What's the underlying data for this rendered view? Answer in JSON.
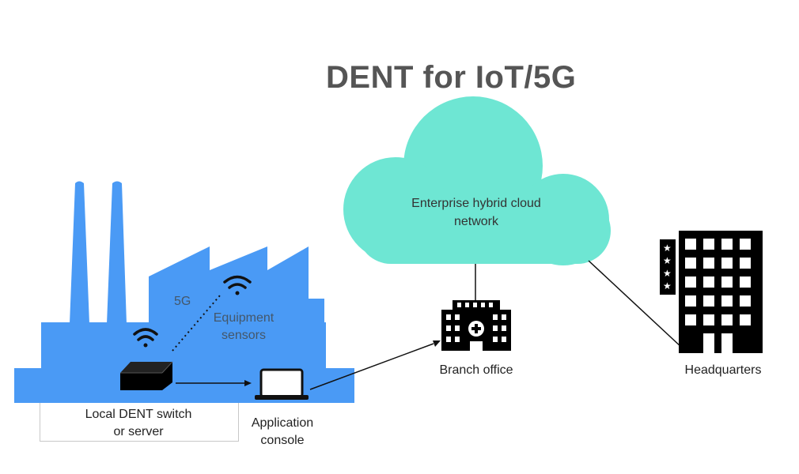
{
  "title": "DENT for IoT/5G",
  "cloud": {
    "label_line1": "Enterprise hybrid cloud",
    "label_line2": "network",
    "color": "#6ee6d3"
  },
  "factory": {
    "color": "#4a9af5",
    "label_5g": "5G",
    "sensors_line1": "Equipment",
    "sensors_line2": "sensors"
  },
  "switch": {
    "label_line1": "Local DENT switch",
    "label_line2": "or server"
  },
  "console": {
    "label_line1": "Application",
    "label_line2": "console"
  },
  "branch": {
    "label": "Branch office"
  },
  "hq": {
    "label": "Headquarters"
  },
  "icons": [
    "factory-icon",
    "wifi-icon",
    "switch-box-icon",
    "laptop-icon",
    "cloud-icon",
    "hospital-building-icon",
    "hotel-building-icon",
    "star-icon"
  ]
}
